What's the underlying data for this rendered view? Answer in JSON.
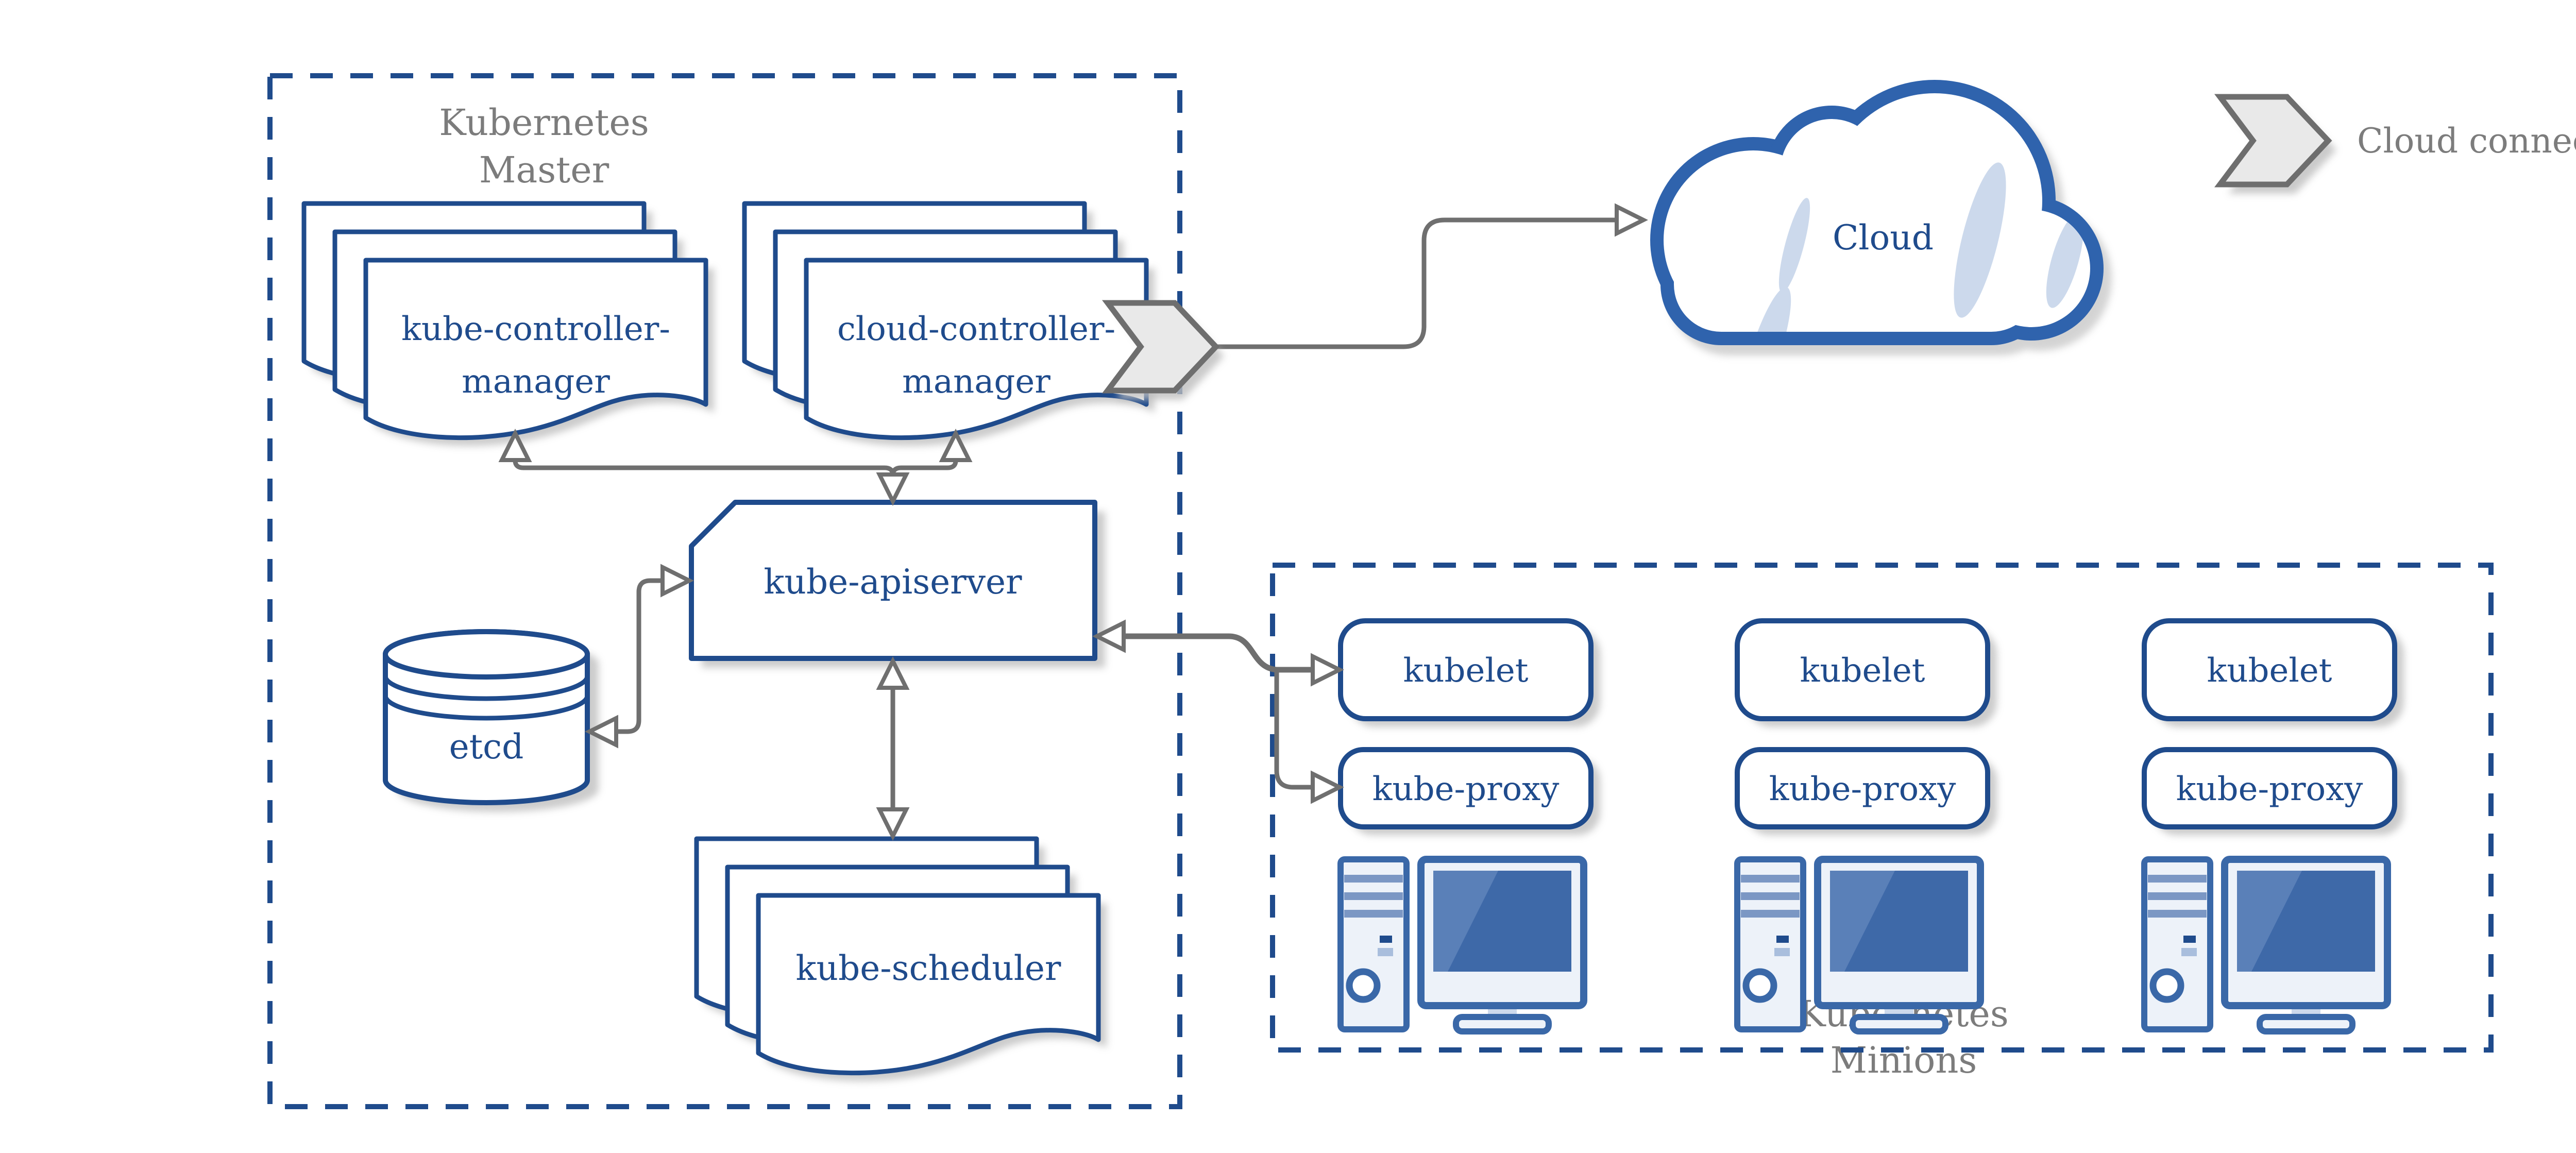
{
  "colors": {
    "navy": "#1f4b8c",
    "blue": "#3a68a8",
    "screen_blue": "#3e69a8",
    "screen_sheen": "#5d83b9",
    "panel_fill": "#edf2f9",
    "accent_light": "#ccd9ec",
    "stripe_blue": "#7b97c4",
    "gray_text": "#7c7c7c",
    "arrow_gray": "#6f6f6f",
    "shadow": "#c3c3c3",
    "chevron_fill": "#e9e9e9",
    "chevron_border": "#6e6e6e",
    "background": "#ffffff"
  },
  "master": {
    "title_line1": "Kubernetes",
    "title_line2": "Master"
  },
  "nodes": {
    "kube_controller_manager": {
      "label_line1": "kube-controller-",
      "label_line2": "manager"
    },
    "cloud_controller_manager": {
      "label_line1": "cloud-controller-",
      "label_line2": "manager"
    },
    "kube_apiserver": {
      "label": "kube-apiserver"
    },
    "etcd": {
      "label": "etcd"
    },
    "kube_scheduler": {
      "label": "kube-scheduler"
    },
    "cloud": {
      "label": "Cloud"
    }
  },
  "minions": {
    "title_line1": "Kubernetes",
    "title_line2": "Minions",
    "nodes": [
      {
        "kubelet": "kubelet",
        "kube_proxy": "kube-proxy"
      },
      {
        "kubelet": "kubelet",
        "kube_proxy": "kube-proxy"
      },
      {
        "kubelet": "kubelet",
        "kube_proxy": "kube-proxy"
      }
    ]
  },
  "legend": {
    "cloud_connector_label": "Cloud connector"
  }
}
